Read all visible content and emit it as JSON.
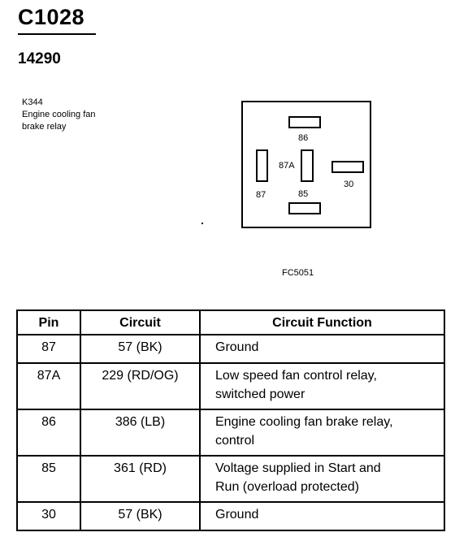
{
  "connector": {
    "id": "C1028",
    "part_number": "14290"
  },
  "component": {
    "code": "K344",
    "description_line1": "Engine cooling fan",
    "description_line2": "brake relay"
  },
  "diagram": {
    "figure_id": "FC5051",
    "pins": {
      "p86": "86",
      "p87A": "87A",
      "p30": "30",
      "p87": "87",
      "p85": "85"
    }
  },
  "table": {
    "headers": {
      "pin": "Pin",
      "circuit": "Circuit",
      "function": "Circuit Function"
    },
    "rows": [
      {
        "pin": "87",
        "circuit": "57 (BK)",
        "function_line1": "Ground",
        "function_line2": ""
      },
      {
        "pin": "87A",
        "circuit": "229 (RD/OG)",
        "function_line1": "Low speed fan control relay,",
        "function_line2": "switched power"
      },
      {
        "pin": "86",
        "circuit": "386 (LB)",
        "function_line1": "Engine cooling fan brake relay,",
        "function_line2": "control"
      },
      {
        "pin": "85",
        "circuit": "361 (RD)",
        "function_line1": "Voltage supplied in Start and",
        "function_line2": "Run (overload protected)"
      },
      {
        "pin": "30",
        "circuit": "57 (BK)",
        "function_line1": "Ground",
        "function_line2": ""
      }
    ]
  }
}
